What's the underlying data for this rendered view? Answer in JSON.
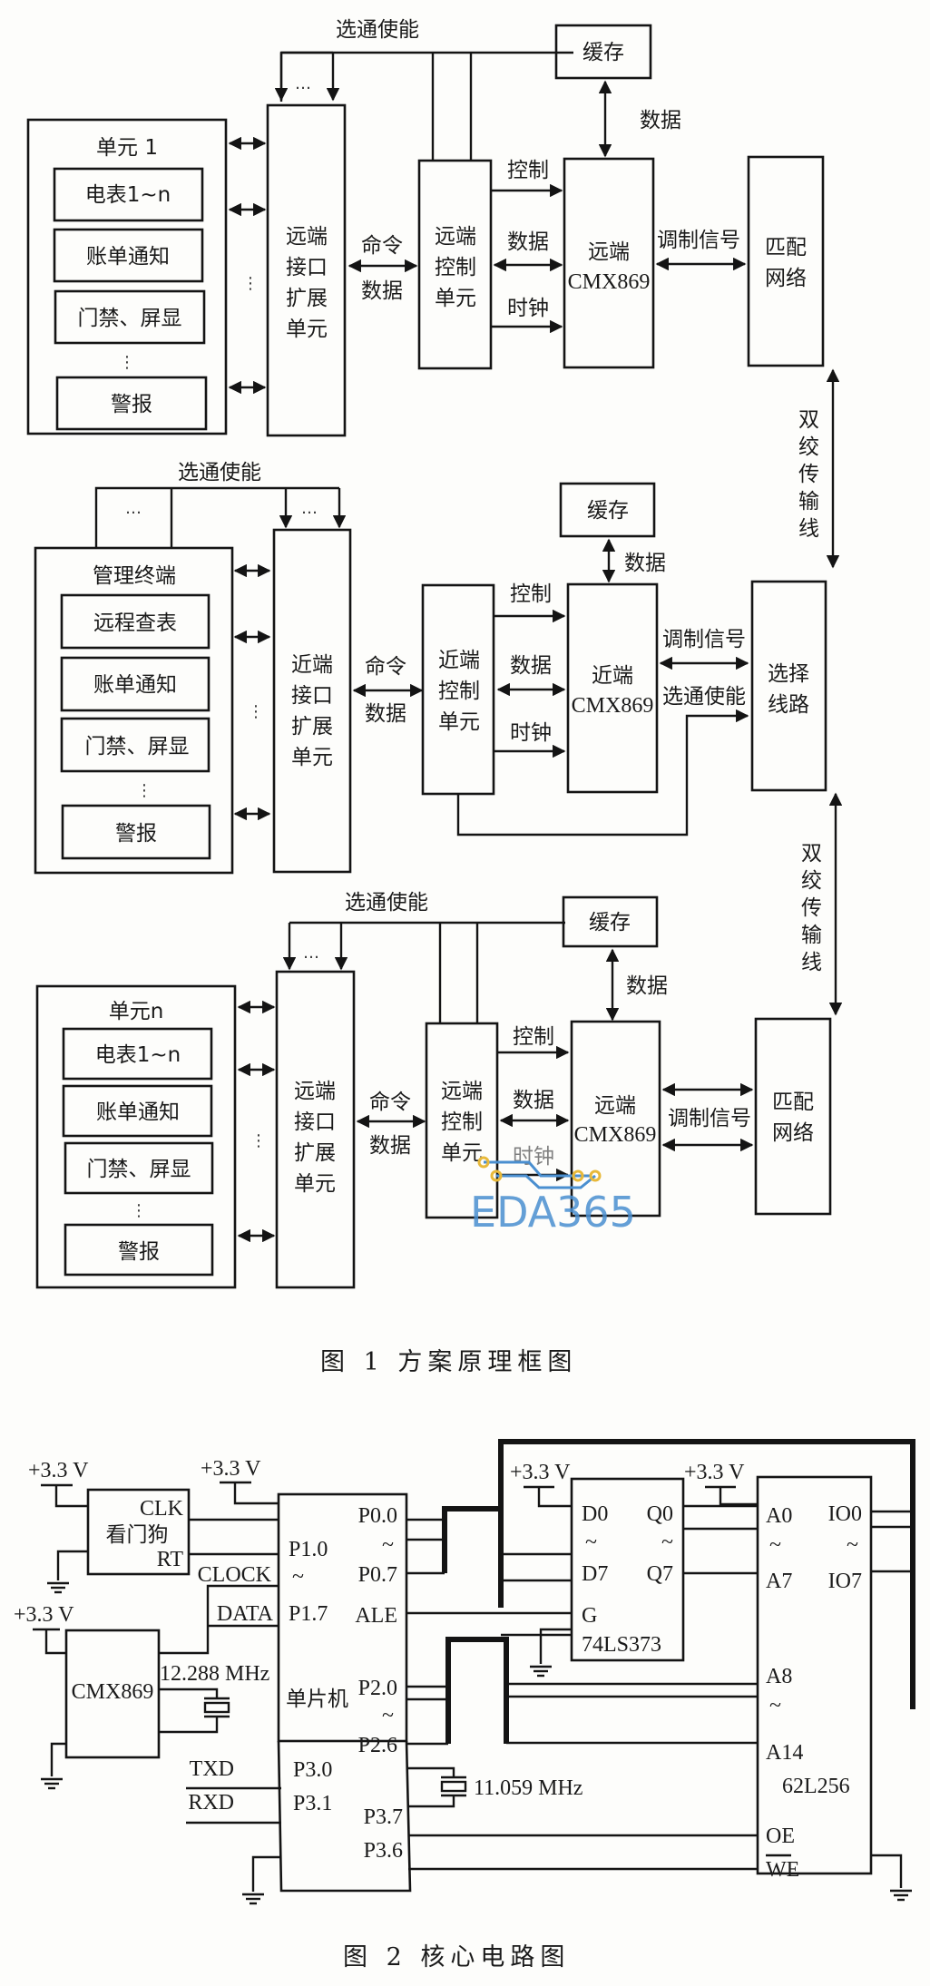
{
  "figure1": {
    "caption": "图 1   方案原理框图",
    "common": {
      "strobe_enable": "选通使能",
      "cache": "缓存",
      "data": "数据",
      "control": "控制",
      "clock": "时钟",
      "command": "命令",
      "mod_signal": "调制信号",
      "twisted_pair": [
        "双",
        "绞",
        "传",
        "输",
        "线"
      ],
      "ellipsis": "…",
      "vdots": "⋮"
    },
    "remote_top": {
      "unit_title": "单元 1",
      "items": [
        "电表1~n",
        "账单通知",
        "门禁、屏显",
        "警报"
      ],
      "interface": [
        "远端",
        "接口",
        "扩展",
        "单元"
      ],
      "controller": [
        "远端",
        "控制",
        "单元"
      ],
      "cmx": [
        "远端",
        "CMX869"
      ],
      "match": [
        "匹配",
        "网络"
      ]
    },
    "near": {
      "unit_title": "管理终端",
      "items": [
        "远程查表",
        "账单通知",
        "门禁、屏显",
        "警报"
      ],
      "interface": [
        "近端",
        "接口",
        "扩展",
        "单元"
      ],
      "controller": [
        "近端",
        "控制",
        "单元"
      ],
      "cmx": [
        "近端",
        "CMX869"
      ],
      "select": [
        "选择",
        "线路"
      ]
    },
    "remote_bottom": {
      "unit_title": "单元n",
      "items": [
        "电表1~n",
        "账单通知",
        "门禁、屏显",
        "警报"
      ],
      "interface": [
        "远端",
        "接口",
        "扩展",
        "单元"
      ],
      "controller": [
        "远端",
        "控制",
        "单元"
      ],
      "cmx": [
        "远端",
        "CMX869"
      ],
      "match": [
        "匹配",
        "网络"
      ]
    },
    "watermark": "EDA365"
  },
  "figure2": {
    "caption": "图 2   核心电路图",
    "vcc": "+3.3 V",
    "watchdog": {
      "name": "看门狗",
      "clk": "CLK",
      "rt": "RT"
    },
    "cmx": "CMX869",
    "crystal1": "12.288 MHz",
    "crystal2": "11.059 MHz",
    "clock_sig": "CLOCK",
    "data_sig": "DATA",
    "txd": "TXD",
    "rxd": "RXD",
    "mcu": {
      "name": "单片机",
      "left_pins": [
        "P1.0",
        "~",
        "P1.7",
        "P3.0",
        "P3.1"
      ],
      "right_pins": [
        "P0.0",
        "~",
        "P0.7",
        "ALE",
        "P2.0",
        "~",
        "P2.6",
        "P3.7",
        "P3.6"
      ]
    },
    "latch": {
      "name": "74LS373",
      "pins": [
        "D0",
        "~",
        "D7",
        "Q0",
        "~",
        "Q7",
        "G"
      ]
    },
    "sram": {
      "name": "62L256",
      "pins": [
        "A0",
        "~",
        "A7",
        "IO0",
        "~",
        "IO7",
        "A8",
        "~",
        "A14",
        "OE",
        "WE"
      ]
    }
  }
}
